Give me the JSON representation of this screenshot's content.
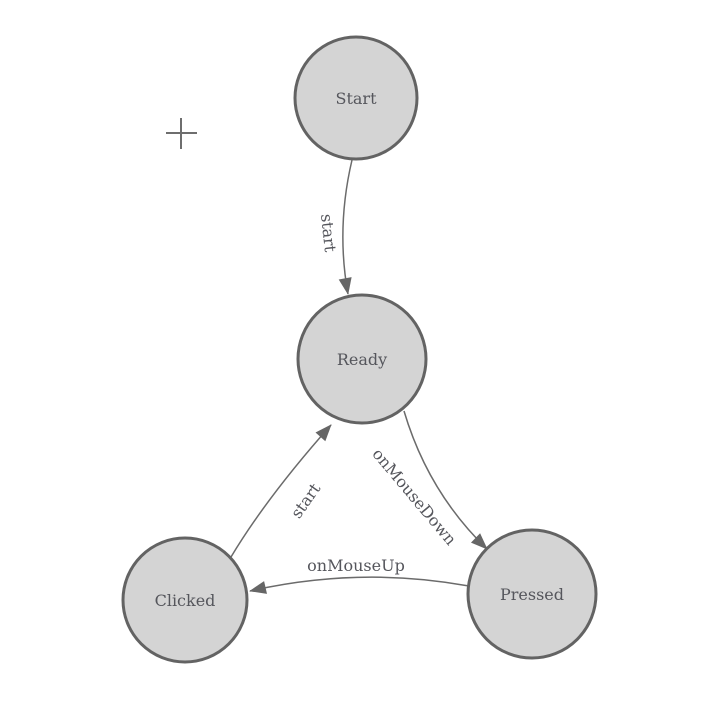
{
  "diagram": {
    "type": "state-diagram",
    "nodes": [
      {
        "id": "start",
        "label": "Start"
      },
      {
        "id": "ready",
        "label": "Ready"
      },
      {
        "id": "clicked",
        "label": "Clicked"
      },
      {
        "id": "pressed",
        "label": "Pressed"
      }
    ],
    "edges": [
      {
        "from": "Start",
        "to": "Ready",
        "label": "start"
      },
      {
        "from": "Ready",
        "to": "Pressed",
        "label": "onMouseDown"
      },
      {
        "from": "Pressed",
        "to": "Clicked",
        "label": "onMouseUp"
      },
      {
        "from": "Clicked",
        "to": "Ready",
        "label": "start"
      }
    ],
    "colors": {
      "node_fill": "#d4d4d4",
      "node_border": "#636363",
      "edge_stroke": "#6b6b6b",
      "arrowhead": "#666666",
      "label_text": "#55565c",
      "canvas_background": "#ffffff"
    },
    "canvas": {
      "marker_icon": "plus-crosshair"
    }
  }
}
